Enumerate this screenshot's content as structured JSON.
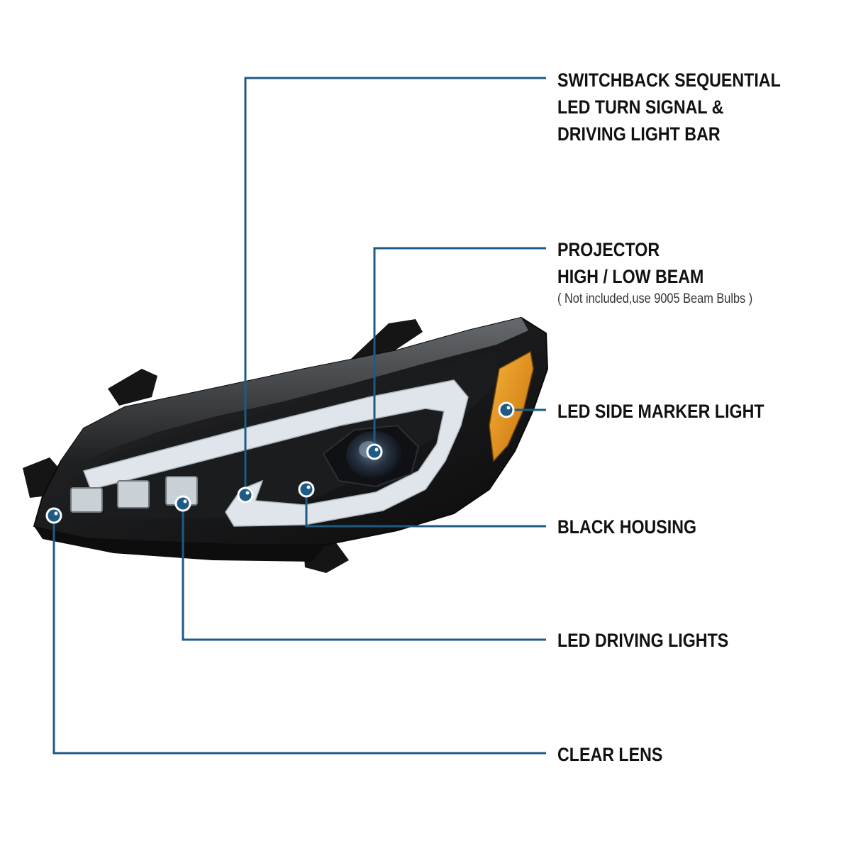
{
  "colors": {
    "callout": "#1d5b84",
    "text": "#111111",
    "amber": "#e8920f",
    "housing": "#111111",
    "led": "#e9eef3"
  },
  "callouts": {
    "switchback": {
      "lines": [
        "SWITCHBACK SEQUENTIAL",
        "LED TURN SIGNAL &",
        "DRIVING LIGHT BAR"
      ]
    },
    "projector": {
      "lines": [
        "PROJECTOR",
        "HIGH / LOW BEAM"
      ],
      "note": "( Not included,use  9005 Beam Bulbs )"
    },
    "side_marker": {
      "lines": [
        "LED SIDE MARKER LIGHT"
      ]
    },
    "housing": {
      "lines": [
        "BLACK HOUSING"
      ]
    },
    "driving": {
      "lines": [
        "LED DRIVING LIGHTS"
      ]
    },
    "lens": {
      "lines": [
        "CLEAR LENS"
      ]
    }
  }
}
